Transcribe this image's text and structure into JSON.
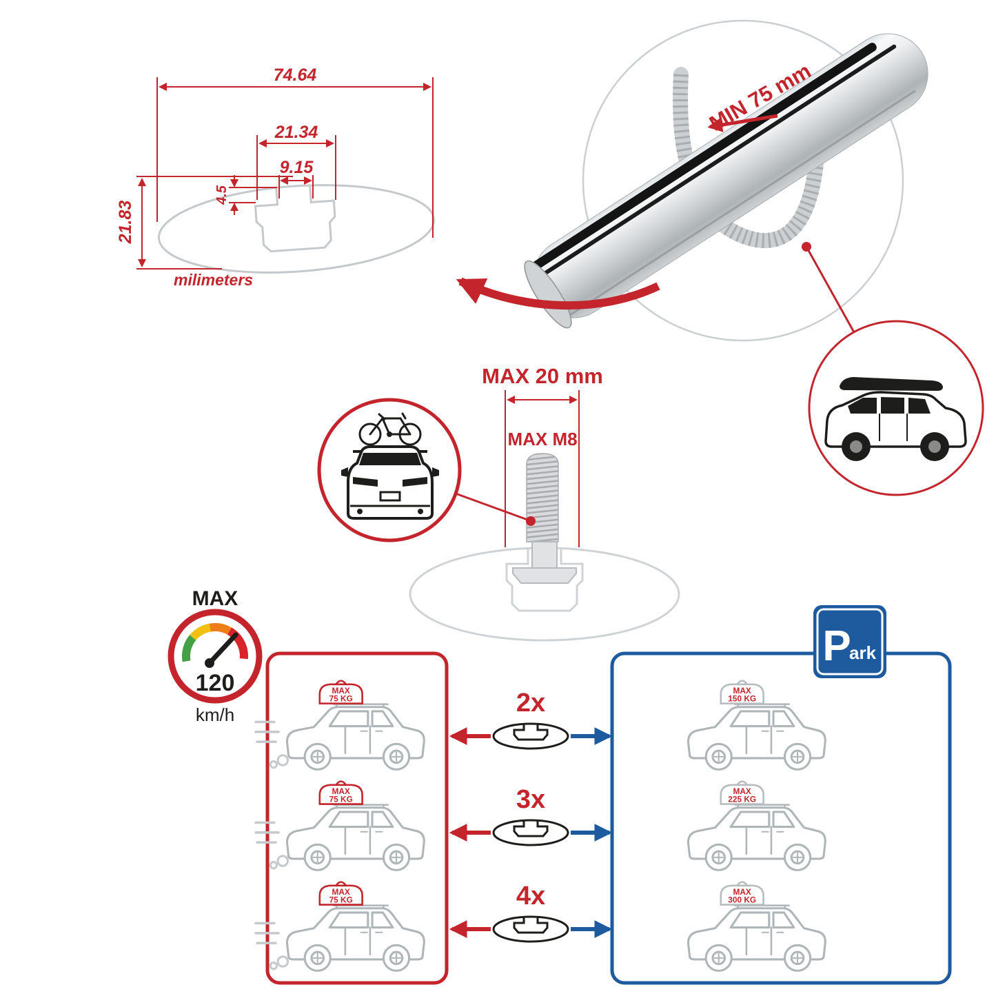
{
  "colors": {
    "accent_red": "#c4242c",
    "accent_blue": "#1e5b9e",
    "line_gray": "#c5c9cb",
    "art_black": "#1d1d1b"
  },
  "dims": {
    "total_width": "74.64",
    "channel_width": "21.34",
    "slot_width": "9.15",
    "slot_depth": "4.5",
    "total_height": "21.83",
    "units_label": "milimeters"
  },
  "bar_callout": {
    "min_grip": "MIN 75 mm"
  },
  "bolt_callout": {
    "max_length": "MAX 20 mm",
    "max_thread": "MAX M8"
  },
  "speedometer": {
    "label": "MAX",
    "value": "120",
    "units": "km/h"
  },
  "park_sign": {
    "p": "P",
    "ark": "ark"
  },
  "rows": [
    {
      "count": "2x",
      "drive_max": "MAX",
      "drive_kg": "75 KG",
      "park_max": "MAX",
      "park_kg": "150 KG"
    },
    {
      "count": "3x",
      "drive_max": "MAX",
      "drive_kg": "75 KG",
      "park_max": "MAX",
      "park_kg": "225 KG"
    },
    {
      "count": "4x",
      "drive_max": "MAX",
      "drive_kg": "75 KG",
      "park_max": "MAX",
      "park_kg": "300 KG"
    }
  ]
}
